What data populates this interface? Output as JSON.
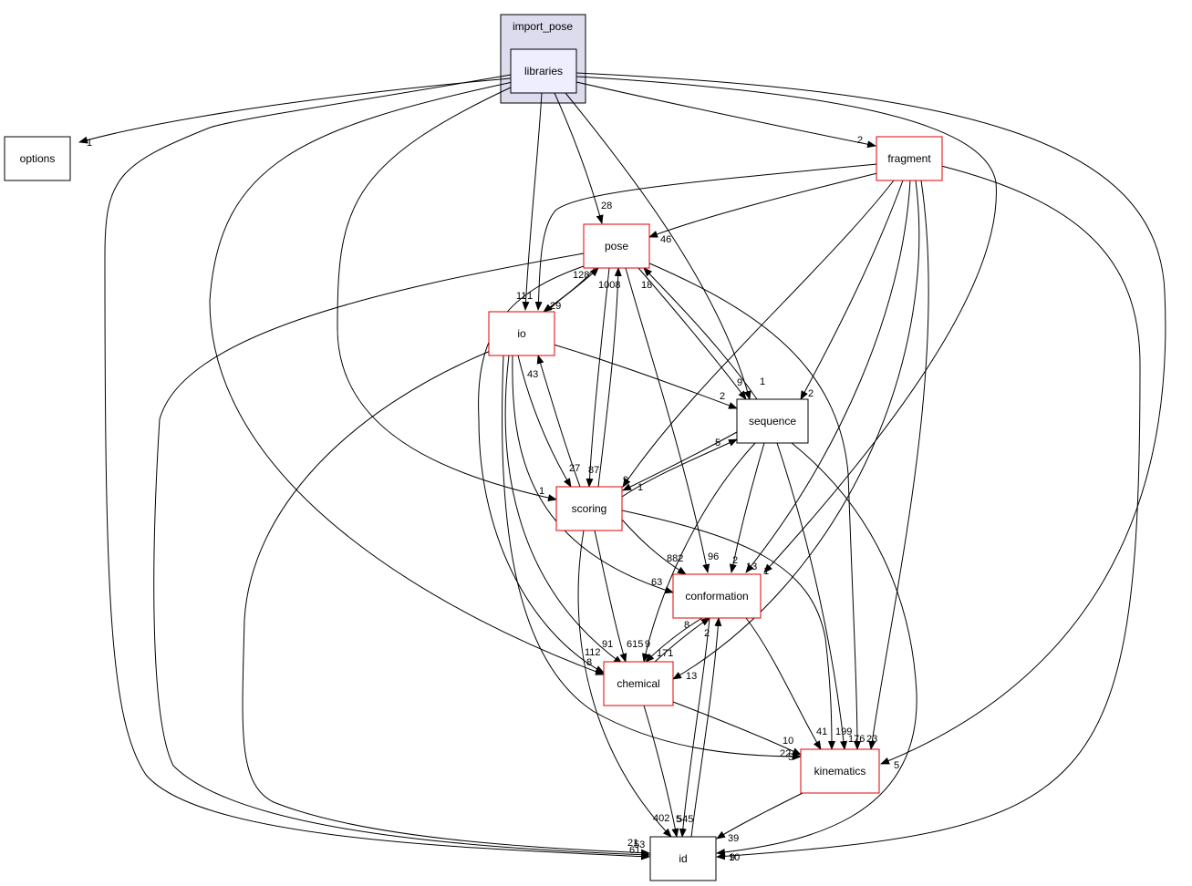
{
  "cluster": {
    "label": "import_pose",
    "fill": "#dcdcee"
  },
  "nodes": {
    "libraries": {
      "label": "libraries",
      "border": "#000000",
      "fill": "#eeeeff"
    },
    "options": {
      "label": "options",
      "border": "#000000",
      "fill": "#ffffff"
    },
    "fragment": {
      "label": "fragment",
      "border": "#e00000",
      "fill": "#ffffff"
    },
    "pose": {
      "label": "pose",
      "border": "#e00000",
      "fill": "#ffffff"
    },
    "io": {
      "label": "io",
      "border": "#e00000",
      "fill": "#ffffff"
    },
    "sequence": {
      "label": "sequence",
      "border": "#000000",
      "fill": "#ffffff"
    },
    "scoring": {
      "label": "scoring",
      "border": "#e00000",
      "fill": "#ffffff"
    },
    "conformation": {
      "label": "conformation",
      "border": "#e00000",
      "fill": "#ffffff"
    },
    "chemical": {
      "label": "chemical",
      "border": "#e00000",
      "fill": "#ffffff"
    },
    "kinematics": {
      "label": "kinematics",
      "border": "#e00000",
      "fill": "#ffffff"
    },
    "id": {
      "label": "id",
      "border": "#000000",
      "fill": "#ffffff"
    }
  },
  "edge_labels": {
    "lib_options": "1",
    "lib_fragment": "2",
    "lib_pose": "28",
    "lib_io": "11",
    "lib_sequence": "1",
    "lib_scoring": "1",
    "lib_conformation": "1",
    "lib_kinematics": "5",
    "lib_id": "21",
    "frag_pose": "46",
    "frag_sequence": "2",
    "frag_scoring": "9",
    "frag_conformation": "13",
    "frag_chemical": "13",
    "frag_kinematics": "23",
    "frag_id": "9",
    "frag_io": "1",
    "pose_io": "29",
    "pose_scoring": "87",
    "pose_sequence": "9",
    "pose_conformation": "96",
    "pose_chemical": "112",
    "pose_kinematics": "176",
    "pose_id": "61",
    "io_pose": "128",
    "io_scoring": "27",
    "io_sequence": "2",
    "io_conformation": "63",
    "io_chemical": "91",
    "io_kinematics": "22",
    "io_id": "53",
    "scoring_pose": "1008",
    "scoring_io": "43",
    "scoring_sequence": "5",
    "scoring_conformation": "882",
    "scoring_chemical": "615",
    "scoring_kinematics": "41",
    "scoring_id": "402",
    "sequence_pose": "18",
    "sequence_scoring": "1",
    "sequence_conformation": "2",
    "sequence_chemical": "9",
    "sequence_kinematics": "199",
    "sequence_id": "10",
    "conf_chemical": "171",
    "conf_kinematics": "10",
    "conf_id": "545",
    "chem_conformation": "8",
    "chem_kinematics": "5",
    "chem_id": "5",
    "kin_id": "39",
    "id_conformation": "2",
    "lib_chemical": "8"
  }
}
